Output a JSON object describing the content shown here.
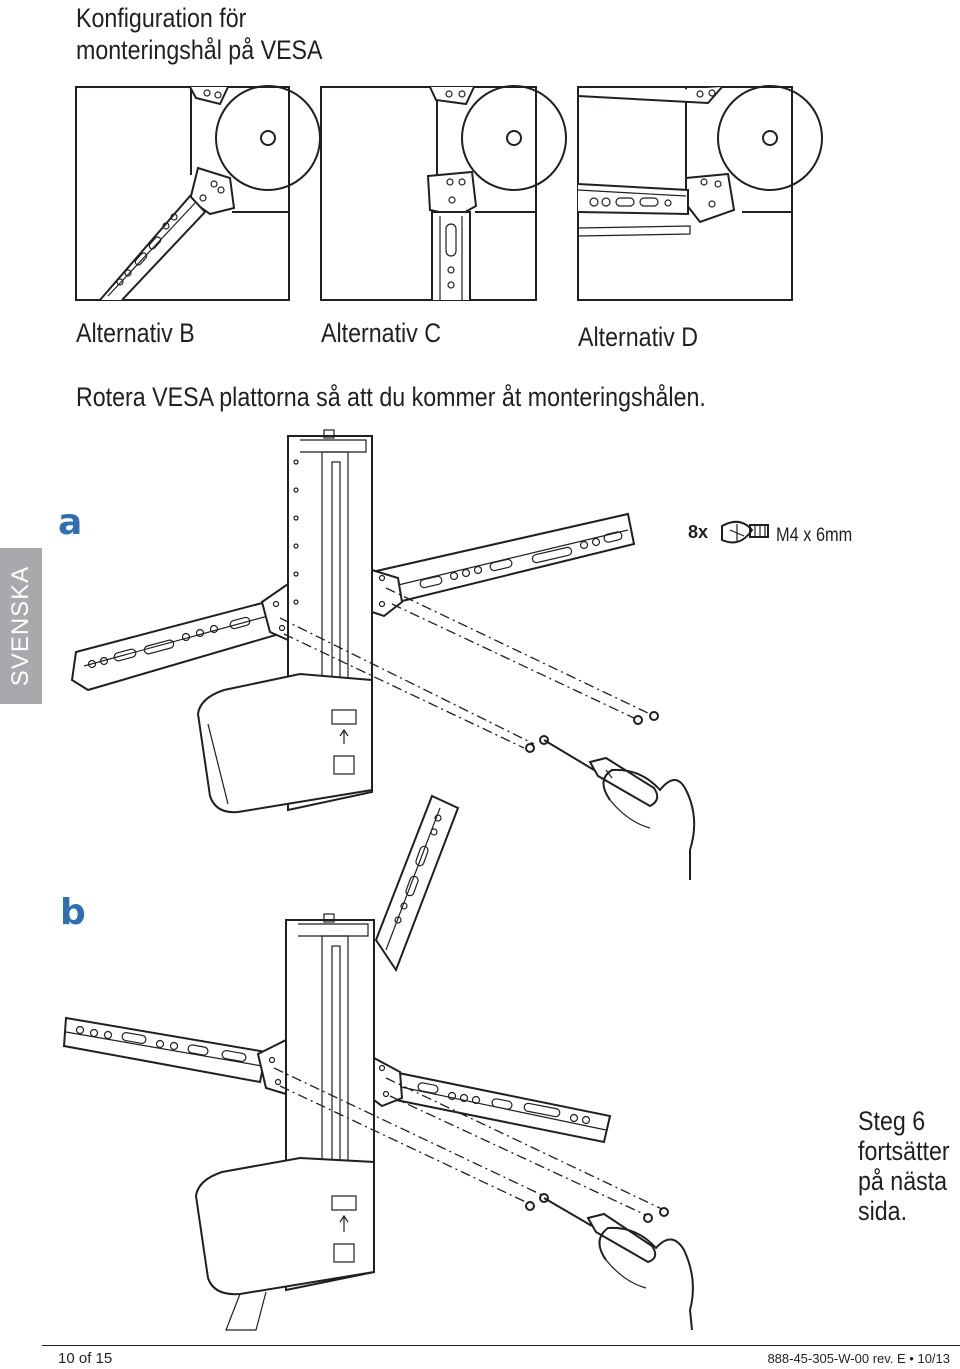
{
  "page": {
    "title_line1": "Konfiguration för",
    "title_line2": "monteringshål på VESA",
    "language_tab": "SVENSKA"
  },
  "alternatives": [
    {
      "label": "Alternativ B"
    },
    {
      "label": "Alternativ C"
    },
    {
      "label": "Alternativ D"
    }
  ],
  "instruction": "Rotera VESA plattorna så att du kommer åt monteringshålen.",
  "steps": {
    "a": "a",
    "b": "b"
  },
  "hardware": {
    "quantity": "8x",
    "size": "M4 x 6mm",
    "icon": "screw-icon"
  },
  "next_note": {
    "line1": "Steg 6",
    "line2": "fortsätter",
    "line3": "på nästa",
    "line4": "sida."
  },
  "footer": {
    "page_number": "10 of 15",
    "doc_code": "888-45-305-W-00 rev. E • 10/13"
  },
  "colors": {
    "step_letter": "#2f6fb0",
    "side_tab": "#a7a9ac",
    "line": "#231f20"
  }
}
